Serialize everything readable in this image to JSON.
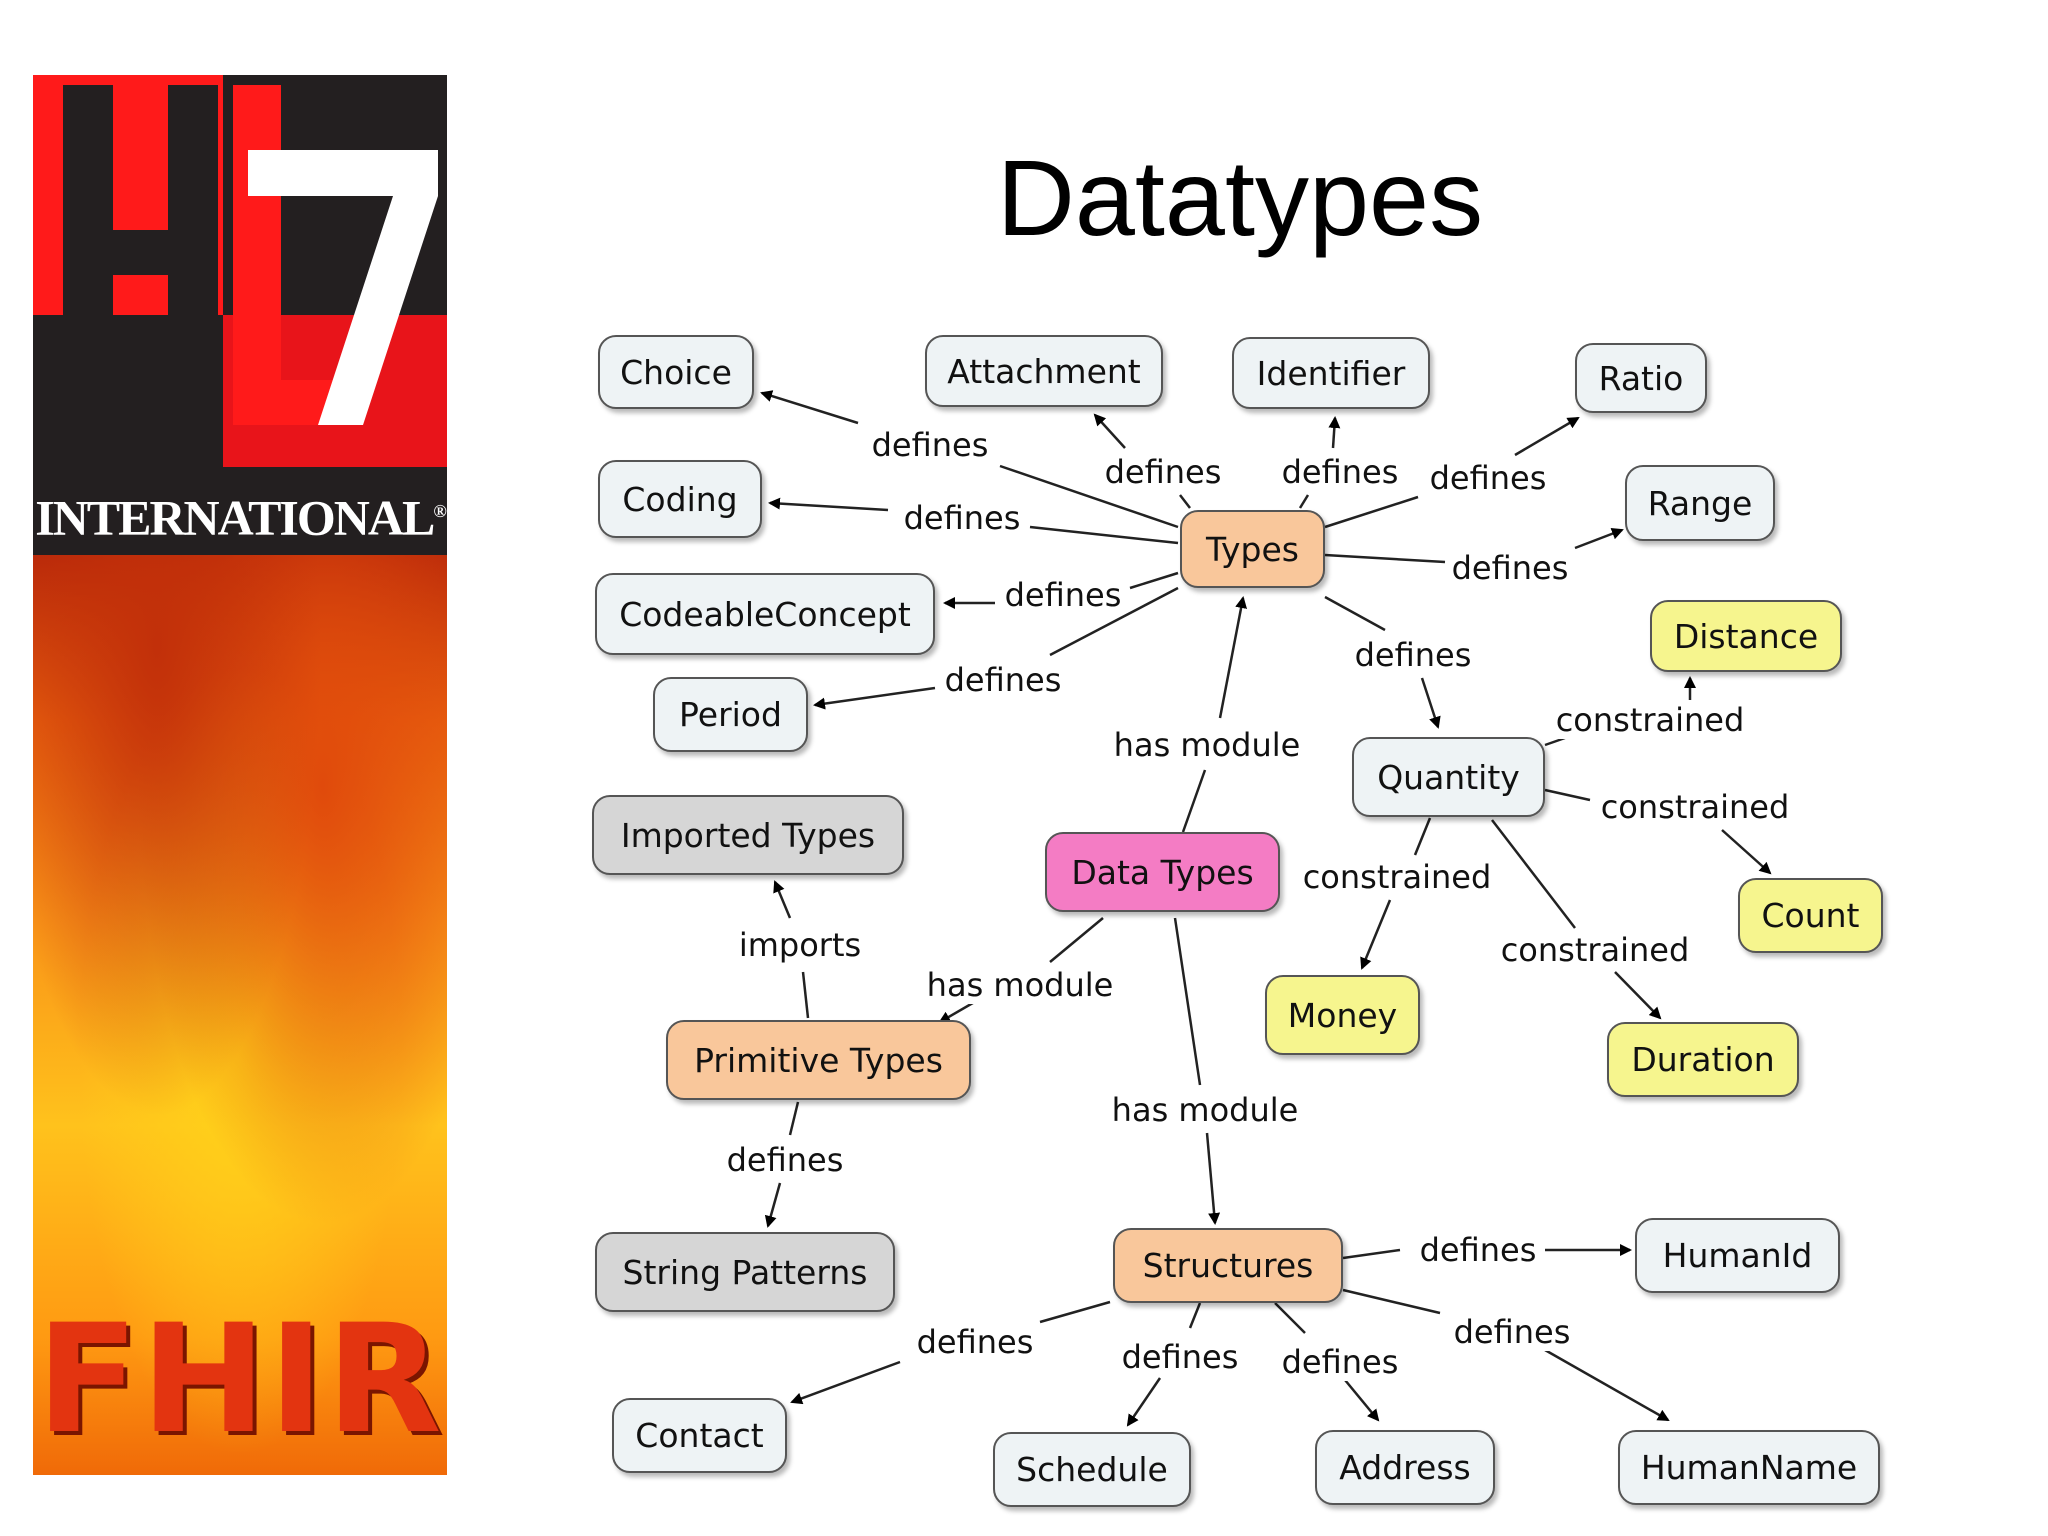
{
  "logo": {
    "org": "INTERNATIONAL",
    "registered": "®",
    "product": "FHIR",
    "mark": "HL7"
  },
  "title": "Datatypes",
  "nodes": {
    "choice": "Choice",
    "attachment": "Attachment",
    "identifier": "Identifier",
    "ratio": "Ratio",
    "coding": "Coding",
    "range": "Range",
    "types": "Types",
    "codeable_concept": "CodeableConcept",
    "distance": "Distance",
    "period": "Period",
    "quantity": "Quantity",
    "imported_types": "Imported Types",
    "data_types": "Data Types",
    "count": "Count",
    "money": "Money",
    "primitive_types": "Primitive Types",
    "duration": "Duration",
    "string_patterns": "String Patterns",
    "structures": "Structures",
    "human_id": "HumanId",
    "contact": "Contact",
    "schedule": "Schedule",
    "address": "Address",
    "human_name": "HumanName"
  },
  "edge_labels": {
    "types_choice": "defines",
    "types_attachment": "defines",
    "types_identifier": "defines",
    "types_ratio": "defines",
    "types_coding": "defines",
    "types_range": "defines",
    "types_codeable_concept": "defines",
    "types_period": "defines",
    "types_quantity": "defines",
    "quantity_distance": "constrained",
    "quantity_count": "constrained",
    "quantity_money": "constrained",
    "quantity_duration": "constrained",
    "data_types_types": "has module",
    "data_types_primitive": "has module",
    "data_types_structures": "has module",
    "primitive_imported": "imports",
    "primitive_string_patterns": "defines",
    "structures_human_id": "defines",
    "structures_contact": "defines",
    "structures_schedule": "defines",
    "structures_address": "defines",
    "structures_human_name": "defines"
  }
}
